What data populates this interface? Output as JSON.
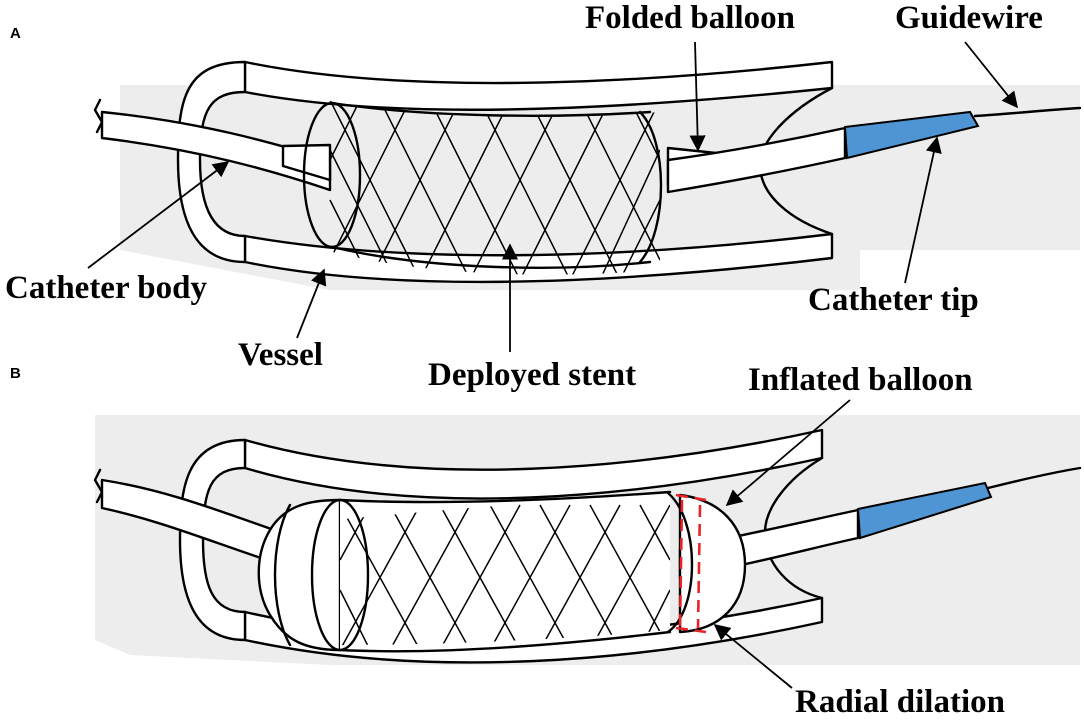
{
  "panels": [
    {
      "letter": "A",
      "labels": {
        "folded_balloon": "Folded balloon",
        "guidewire": "Guidewire",
        "catheter_body": "Catheter body",
        "catheter_tip": "Catheter tip",
        "vessel": "Vessel",
        "deployed_stent": "Deployed stent"
      }
    },
    {
      "letter": "B",
      "labels": {
        "inflated_balloon": "Inflated balloon",
        "radial_dilation": "Radial dilation"
      }
    }
  ],
  "colors": {
    "catheter_tip": "#4f95d3",
    "radial_dilation": "#e8242a",
    "panel_background": "#ededed"
  }
}
